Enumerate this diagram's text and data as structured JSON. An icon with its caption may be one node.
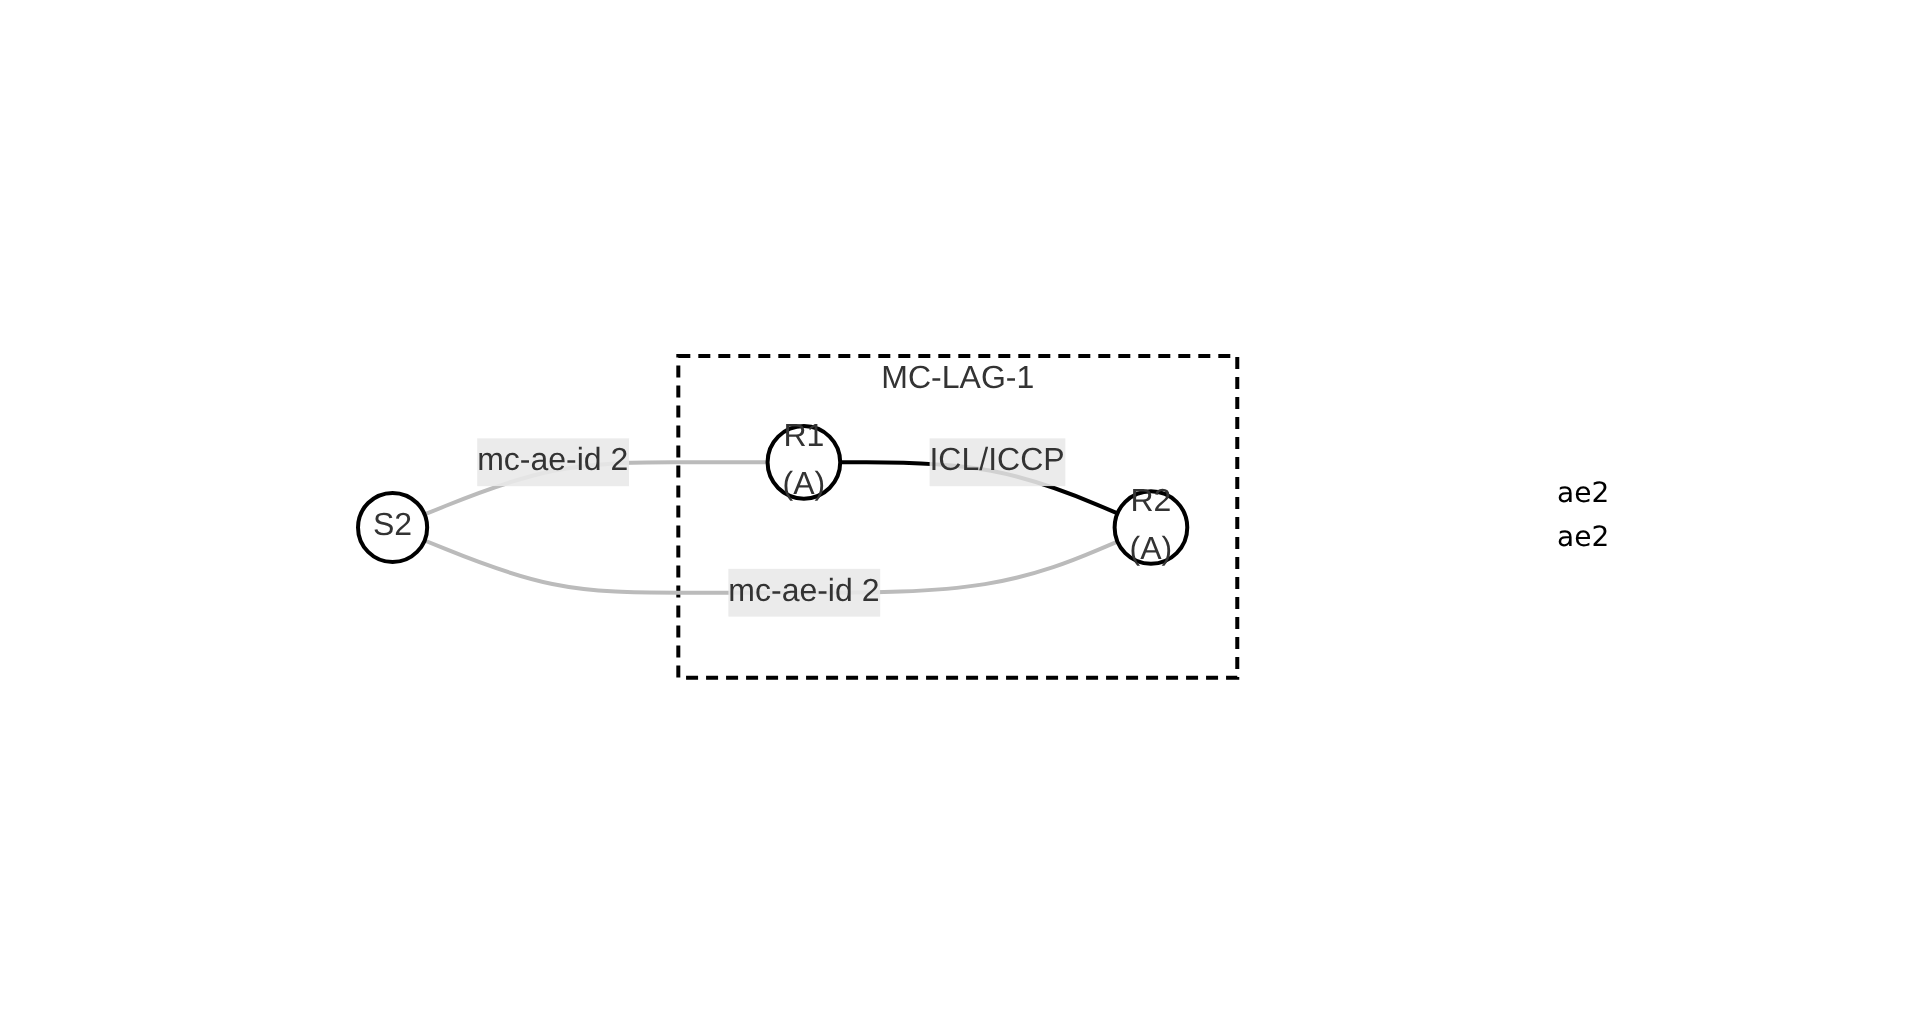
{
  "diagram": {
    "nodes": [
      {
        "text": [
          "MC-LAG-1"
        ]
      },
      {
        "text": [
          "R1",
          "(A)"
        ],
        "in": 0
      },
      {
        "text": [
          "R2",
          "(A)"
        ],
        "in": 0
      },
      {
        "text": [
          "S2"
        ]
      }
    ],
    "edges": [
      {
        "from": 1,
        "to": 2,
        "arrow": "none",
        "label": "ICL/ICCP",
        "color": "#000000"
      },
      {
        "from": 3,
        "to": 1,
        "arrow": "none",
        "label": "mc-ae-id 2",
        "color": "#bbbbbb"
      },
      {
        "from": 3,
        "to": 2,
        "arrow": "none",
        "label": "mc-ae-id 2",
        "color": "#bbbbbb"
      }
    ],
    "labels": [
      "ae2",
      "ae2"
    ]
  }
}
